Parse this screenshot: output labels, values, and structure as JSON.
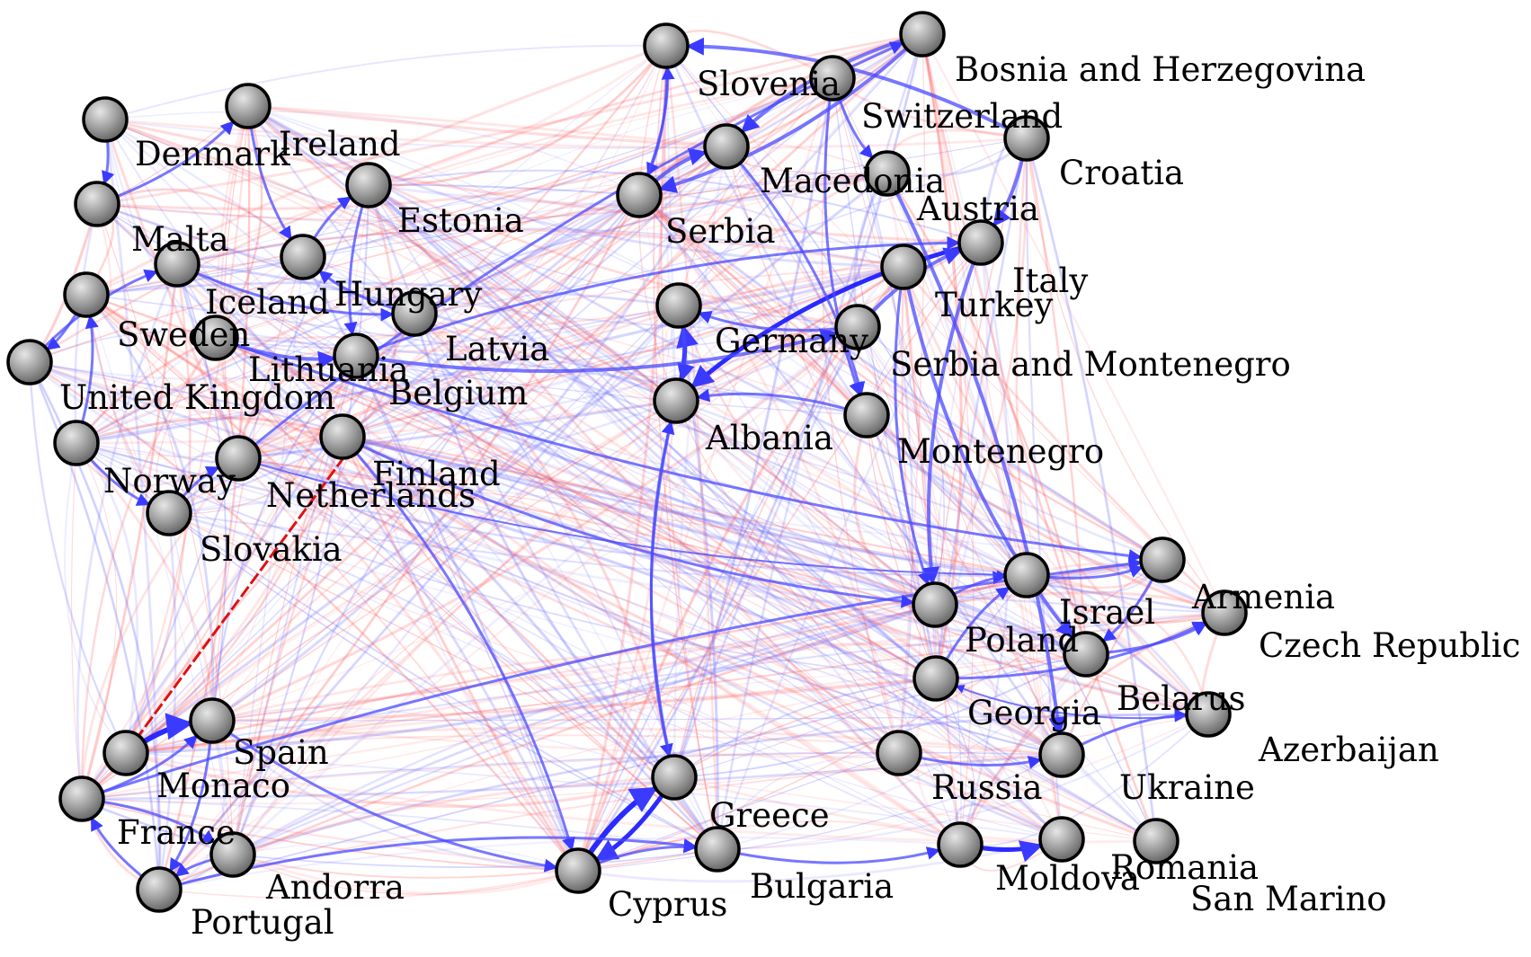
{
  "diagram": {
    "type": "directed-network",
    "edge_color_positive": "#3b3bff",
    "edge_color_negative": "#ff4d4d",
    "node_fill_light": "#d9d9d9",
    "node_fill_dark": "#6e6e6e",
    "node_stroke": "#000000"
  },
  "labels": [
    "Bosnia and Herzegovina",
    "Slovenia",
    "Switzerland",
    "Croatia",
    "Macedonia",
    "Austria",
    "Serbia",
    "Italy",
    "Turkey",
    "Germany",
    "Serbia and Montenegro",
    "Albania",
    "Montenegro",
    "Denmark",
    "Ireland",
    "Estonia",
    "Malta",
    "Iceland",
    "Hungary",
    "Sweden",
    "Latvia",
    "Lithuania",
    "Belgium",
    "United Kingdom",
    "Finland",
    "Norway",
    "Netherlands",
    "Slovakia",
    "Armenia",
    "Israel",
    "Czech Republic",
    "Poland",
    "Belarus",
    "Georgia",
    "Azerbaijan",
    "Russia",
    "Ukraine",
    "Greece",
    "Moldova",
    "Romania",
    "San Marino",
    "Bulgaria",
    "Cyprus",
    "Spain",
    "Monaco",
    "France",
    "Andorra",
    "Portugal"
  ]
}
